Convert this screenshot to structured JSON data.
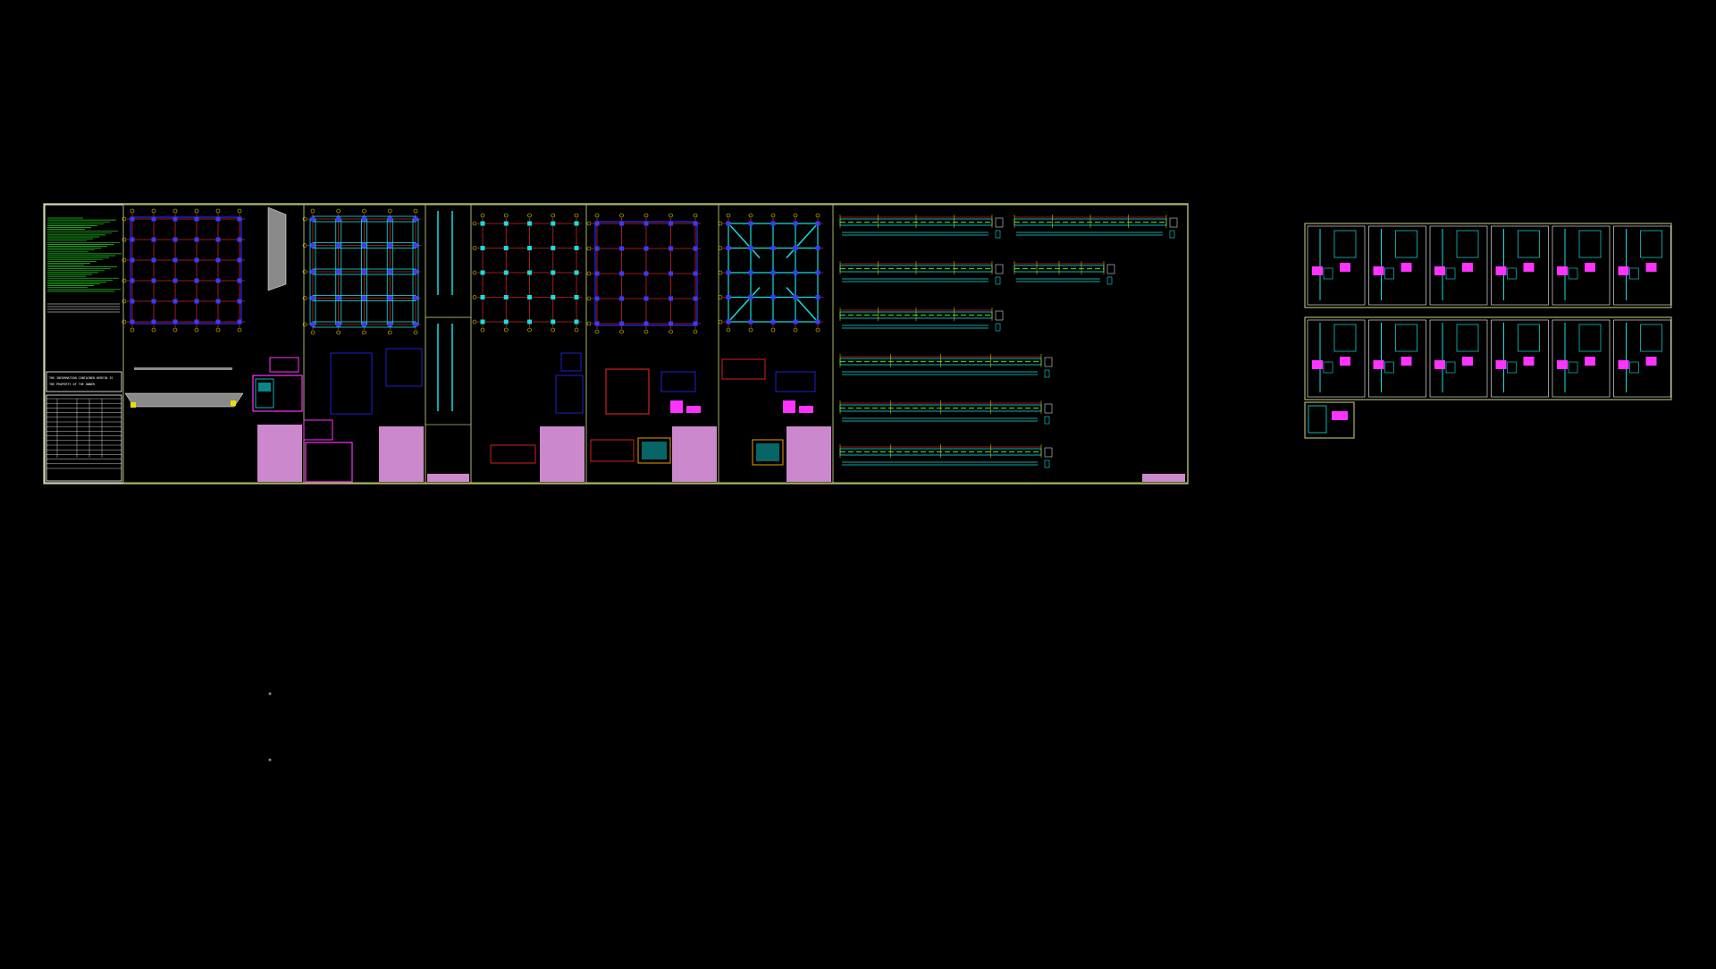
{
  "app": {
    "title_block_lines": [
      "THE INFORMATION CONTAINED HEREIN IS",
      "THE PROPERTY OF THE OWNER"
    ]
  },
  "colors": {
    "background": "#000000",
    "sheet_border": "#a9b26a",
    "grid_red": "#d42020",
    "grid_blue": "#2a2aff",
    "cyan": "#12e0e0",
    "magenta": "#ff33ff",
    "green_text": "#22dd22",
    "yellow": "#e8e000",
    "pink_table": "#f0a0f0",
    "white": "#ffffff"
  },
  "icons": {
    "snap_marker": "small-dot"
  }
}
